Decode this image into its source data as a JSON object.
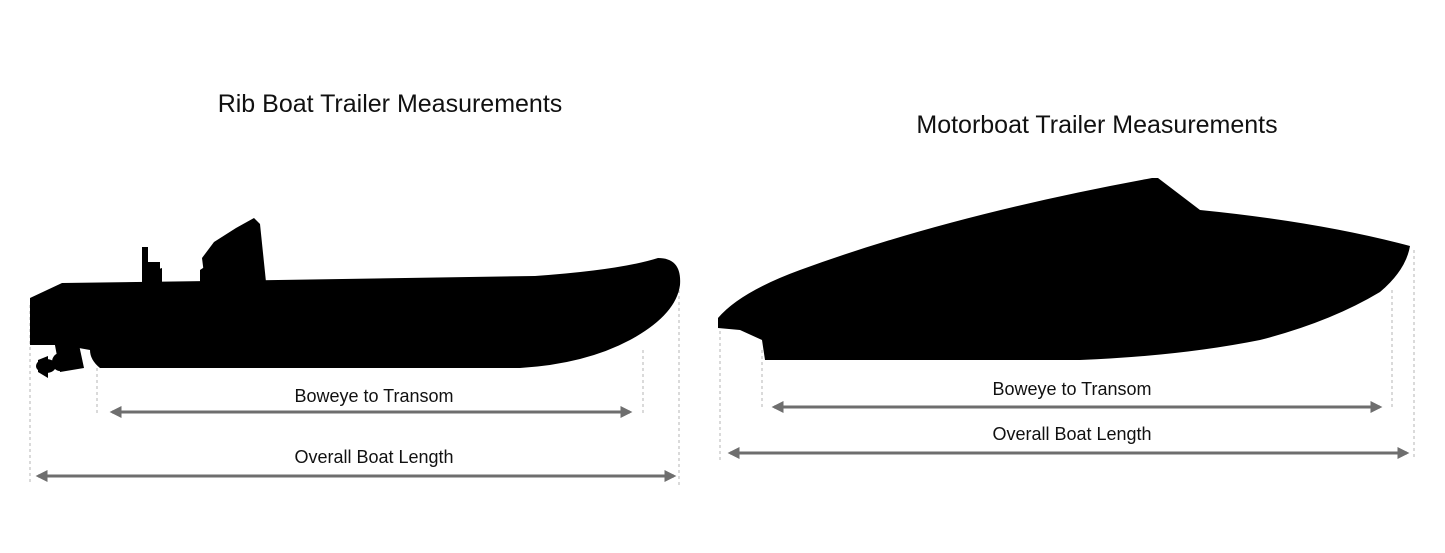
{
  "rib": {
    "title": "Rib Boat Trailer Measurements",
    "boweye_label": "Boweye to Transom",
    "overall_label": "Overall Boat Length"
  },
  "motorboat": {
    "title": "Motorboat Trailer Measurements",
    "boweye_label": "Boweye to Transom",
    "overall_label": "Overall Boat Length"
  },
  "colors": {
    "silhouette": "#000000",
    "arrow": "#6e6e6e",
    "guide": "#b4b4b4"
  }
}
